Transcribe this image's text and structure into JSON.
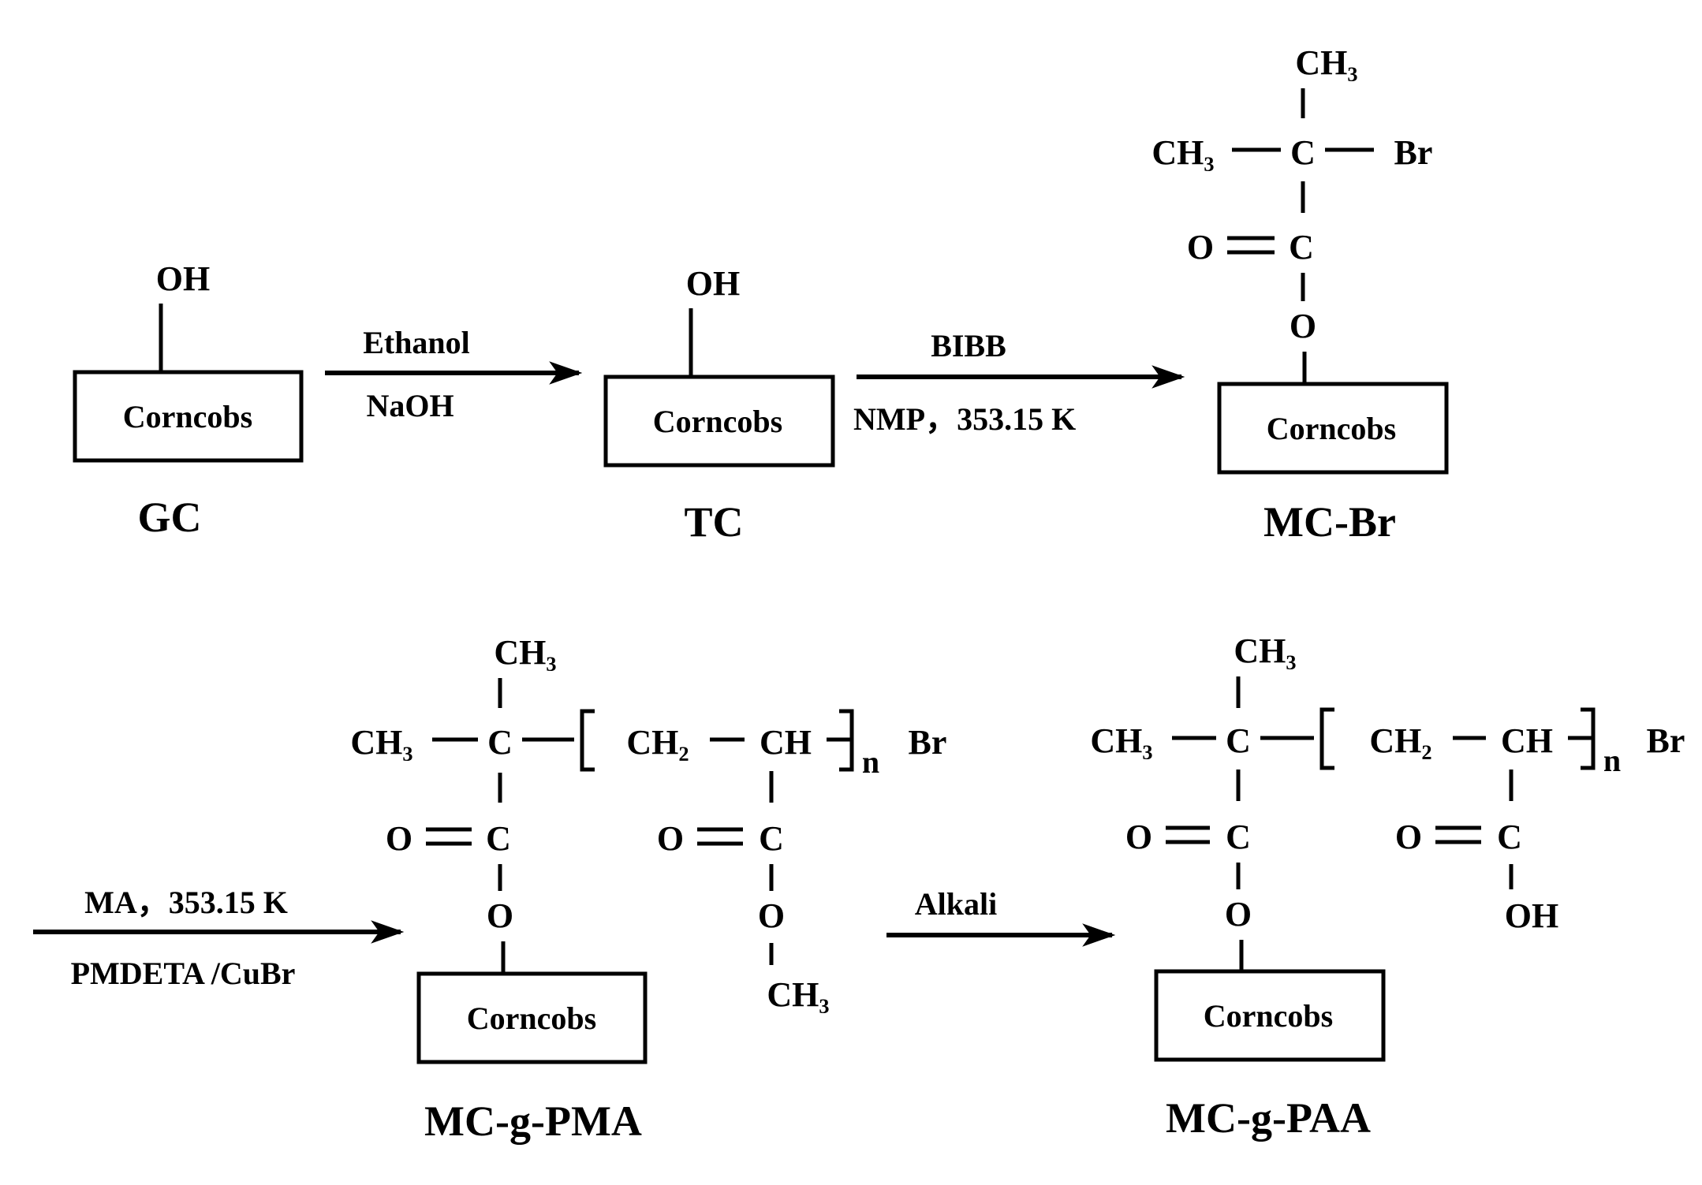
{
  "colors": {
    "ink": "#000000",
    "background": "#ffffff"
  },
  "atoms": {
    "oh": "OH",
    "ch3": "CH₃",
    "c": "C",
    "o": "O",
    "br": "Br",
    "ch2": "CH₂",
    "ch": "CH",
    "n": "n"
  },
  "box_label": "Corncobs",
  "compounds": {
    "gc": "GC",
    "tc": "TC",
    "mc_br": "MC-Br",
    "mc_g_pma": "MC-g-PMA",
    "mc_g_paa": "MC-g-PAA"
  },
  "conditions": {
    "step1_top": "Ethanol",
    "step1_bottom": "NaOH",
    "step2_top": "BIBB",
    "step2_bottom": "NMP，353.15 K",
    "step3_top": "MA，353.15 K",
    "step3_bottom": "PMDETA /CuBr",
    "step4_top": "Alkali"
  }
}
